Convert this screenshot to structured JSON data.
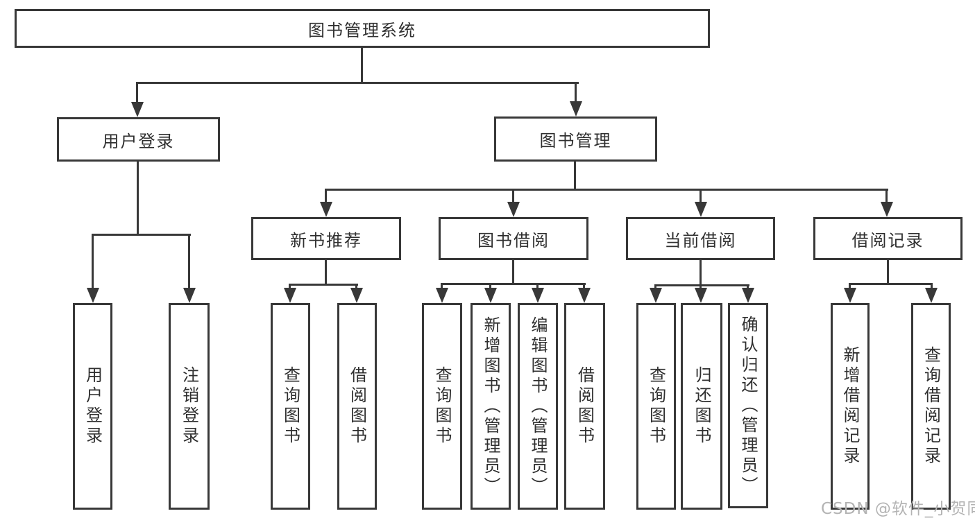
{
  "tree": {
    "root": {
      "label": "图书管理系统",
      "children": [
        {
          "label": "用户登录",
          "children": [
            {
              "label": "用户登录"
            },
            {
              "label": "注销登录"
            }
          ]
        },
        {
          "label": "图书管理",
          "children": [
            {
              "label": "新书推荐",
              "children": [
                {
                  "label": "查询图书"
                },
                {
                  "label": "借阅图书"
                }
              ]
            },
            {
              "label": "图书借阅",
              "children": [
                {
                  "label": "查询图书"
                },
                {
                  "label": "新增图书（管理员）"
                },
                {
                  "label": "编辑图书（管理员）"
                },
                {
                  "label": "借阅图书"
                }
              ]
            },
            {
              "label": "当前借阅",
              "children": [
                {
                  "label": "查询图书"
                },
                {
                  "label": "归还图书"
                },
                {
                  "label": "确认归还（管理员）"
                }
              ]
            },
            {
              "label": "借阅记录",
              "children": [
                {
                  "label": "新增借阅记录"
                },
                {
                  "label": "查询借阅记录"
                }
              ]
            }
          ]
        }
      ]
    }
  },
  "watermark": {
    "text": "CSDN @软件_小贺同学"
  },
  "colors": {
    "line": "#383838",
    "text": "#2f2f2f",
    "watermark": "#b3b3b3",
    "background": "#ffffff"
  }
}
